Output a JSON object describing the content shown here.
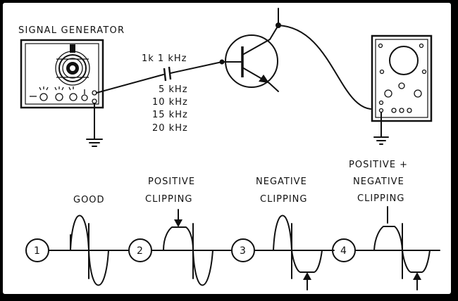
{
  "generator": {
    "title": "SIGNAL GENERATOR"
  },
  "frequencies": {
    "items": [
      "1k 1 kHz",
      "5 kHz",
      "10 kHz",
      "15 kHz",
      "20 kHz"
    ]
  },
  "waveforms": [
    {
      "number": "1",
      "label_lines": [
        "GOOD"
      ]
    },
    {
      "number": "2",
      "label_lines": [
        "POSITIVE",
        "CLIPPING"
      ]
    },
    {
      "number": "3",
      "label_lines": [
        "NEGATIVE",
        "CLIPPING"
      ]
    },
    {
      "number": "4",
      "label_lines": [
        "POSITIVE +",
        "NEGATIVE",
        "CLIPPING"
      ]
    }
  ]
}
